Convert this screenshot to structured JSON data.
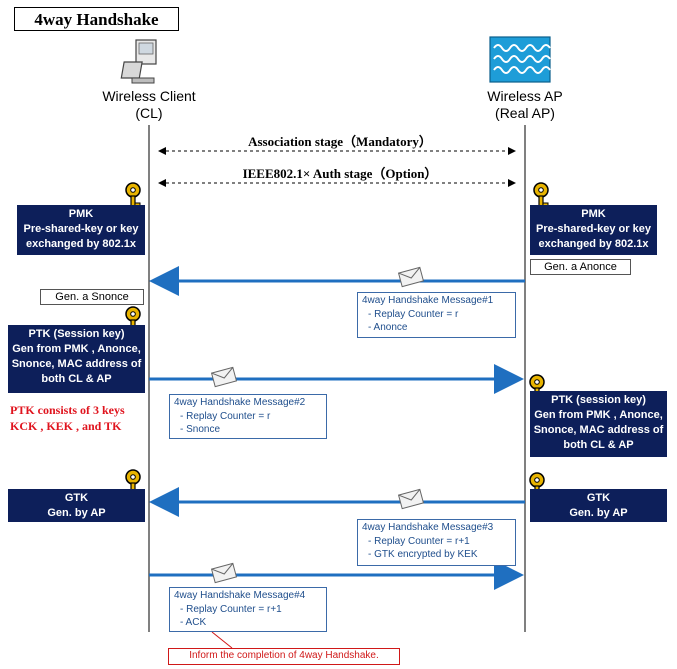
{
  "title": "4way Handshake",
  "client": {
    "line1": "Wireless Client",
    "line2": "(CL)"
  },
  "ap": {
    "line1": "Wireless AP",
    "line2": "(Real AP)"
  },
  "stages": {
    "association": "Association stage（Mandatory）",
    "auth": "IEEE802.1× Auth stage（Option）"
  },
  "pmk_client": {
    "title": "PMK",
    "line1": "Pre-shared-key or key",
    "line2": "exchanged by 802.1x"
  },
  "pmk_ap": {
    "title": "PMK",
    "line1": "Pre-shared-key or key",
    "line2": "exchanged by 802.1x"
  },
  "gen_anonce": "Gen. a Anonce",
  "gen_snonce": "Gen. a Snonce",
  "ptk_client": {
    "title": "PTK (Session key)",
    "line1": "Gen from PMK , Anonce,",
    "line2": "Snonce, MAC address of",
    "line3": "both CL & AP"
  },
  "ptk_ap": {
    "title": "PTK (session key)",
    "line1": "Gen from PMK , Anonce,",
    "line2": "Snonce, MAC address of",
    "line3": "both CL & AP"
  },
  "ptk_keys": {
    "line1": "PTK consists of 3 keys",
    "line2": "KCK , KEK , and TK"
  },
  "gtk_client": {
    "title": "GTK",
    "line1": "Gen. by AP"
  },
  "gtk_ap": {
    "title": "GTK",
    "line1": "Gen. by AP"
  },
  "messages": [
    {
      "title": "4way Handshake Message#1",
      "line1": "- Replay Counter = r",
      "line2": "- Anonce"
    },
    {
      "title": "4way Handshake Message#2",
      "line1": "- Replay Counter = r",
      "line2": "- Snonce"
    },
    {
      "title": "4way Handshake Message#3",
      "line1": "- Replay Counter = r+1",
      "line2": "- GTK encrypted by KEK"
    },
    {
      "title": "4way Handshake Message#4",
      "line1": "- Replay Counter = r+1",
      "line2": "- ACK"
    }
  ],
  "completion_note": "Inform the completion of 4way Handshake.",
  "colors": {
    "arrow": "#1f6fc0",
    "box": "#0d1f5a",
    "key": "#e8b400",
    "note": "#d01818"
  }
}
